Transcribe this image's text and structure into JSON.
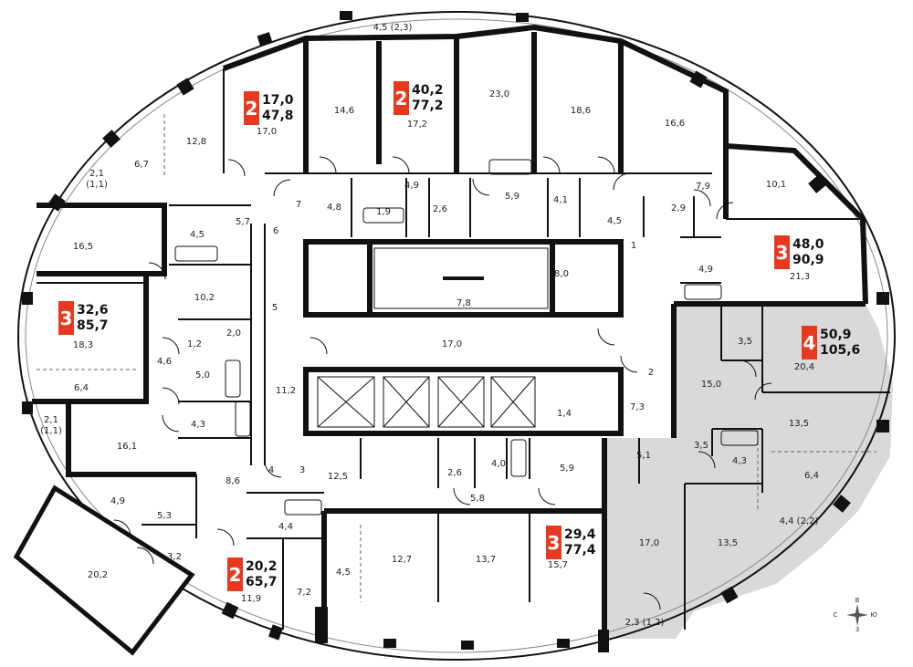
{
  "rooms": [
    {
      "name": "room-label",
      "text": "4,5 (2,3)"
    },
    {
      "name": "room-label",
      "text": "14,6"
    },
    {
      "name": "room-label",
      "text": "17,2"
    },
    {
      "name": "room-label",
      "text": "23,0"
    },
    {
      "name": "room-label",
      "text": "18,6"
    },
    {
      "name": "room-label",
      "text": "16,6"
    },
    {
      "name": "room-label",
      "text": "17,0"
    },
    {
      "name": "room-label",
      "text": "12,8"
    },
    {
      "name": "room-label",
      "text": "6,7"
    },
    {
      "name": "room-label",
      "text": "2,1"
    },
    {
      "name": "room-label",
      "text": "(1,1)"
    },
    {
      "name": "room-label",
      "text": "4,8"
    },
    {
      "name": "room-label",
      "text": "4,9"
    },
    {
      "name": "room-label",
      "text": "1,9"
    },
    {
      "name": "room-label",
      "text": "2,6"
    },
    {
      "name": "room-label",
      "text": "5,9"
    },
    {
      "name": "room-label",
      "text": "4,1"
    },
    {
      "name": "room-label",
      "text": "4,5"
    },
    {
      "name": "room-label",
      "text": "7,9"
    },
    {
      "name": "room-label",
      "text": "10,1"
    },
    {
      "name": "room-label",
      "text": "2,9"
    },
    {
      "name": "room-label",
      "text": "4,9"
    },
    {
      "name": "room-label",
      "text": "21,3"
    },
    {
      "name": "room-label",
      "text": "16,5"
    },
    {
      "name": "room-label",
      "text": "4,5"
    },
    {
      "name": "room-label",
      "text": "5,7"
    },
    {
      "name": "room-label",
      "text": "10,2"
    },
    {
      "name": "room-label",
      "text": "2,0"
    },
    {
      "name": "room-label",
      "text": "1,2"
    },
    {
      "name": "room-label",
      "text": "18,3"
    },
    {
      "name": "room-label",
      "text": "4,6"
    },
    {
      "name": "room-label",
      "text": "5,0"
    },
    {
      "name": "room-label",
      "text": "6,4"
    },
    {
      "name": "room-label",
      "text": "4,3"
    },
    {
      "name": "room-label",
      "text": "11,2"
    },
    {
      "name": "room-label",
      "text": "8,0"
    },
    {
      "name": "room-label",
      "text": "7,8"
    },
    {
      "name": "room-label",
      "text": "17,0"
    },
    {
      "name": "room-label",
      "text": "3,5"
    },
    {
      "name": "room-label",
      "text": "20,4"
    },
    {
      "name": "room-label",
      "text": "15,0"
    },
    {
      "name": "room-label",
      "text": "1,4"
    },
    {
      "name": "room-label",
      "text": "7,3"
    },
    {
      "name": "room-label",
      "text": "13,5"
    },
    {
      "name": "room-label",
      "text": "2,1"
    },
    {
      "name": "room-label",
      "text": "(1,1)"
    },
    {
      "name": "room-label",
      "text": "16,1"
    },
    {
      "name": "room-label",
      "text": "8,6"
    },
    {
      "name": "room-label",
      "text": "12,5"
    },
    {
      "name": "room-label",
      "text": "2,6"
    },
    {
      "name": "room-label",
      "text": "4,0"
    },
    {
      "name": "room-label",
      "text": "5,9"
    },
    {
      "name": "room-label",
      "text": "5,1"
    },
    {
      "name": "room-label",
      "text": "3,5"
    },
    {
      "name": "room-label",
      "text": "4,3"
    },
    {
      "name": "room-label",
      "text": "6,4"
    },
    {
      "name": "room-label",
      "text": "5,8"
    },
    {
      "name": "room-label",
      "text": "4,9"
    },
    {
      "name": "room-label",
      "text": "5,3"
    },
    {
      "name": "room-label",
      "text": "4,4"
    },
    {
      "name": "room-label",
      "text": "3,2"
    },
    {
      "name": "room-label",
      "text": "20,2"
    },
    {
      "name": "room-label",
      "text": "11,9"
    },
    {
      "name": "room-label",
      "text": "7,2"
    },
    {
      "name": "room-label",
      "text": "4,5"
    },
    {
      "name": "room-label",
      "text": "12,7"
    },
    {
      "name": "room-label",
      "text": "13,7"
    },
    {
      "name": "room-label",
      "text": "15,7"
    },
    {
      "name": "room-label",
      "text": "17,0"
    },
    {
      "name": "room-label",
      "text": "13,5"
    },
    {
      "name": "room-label",
      "text": "4,4 (2,2)"
    },
    {
      "name": "room-label",
      "text": "2,3 (1,2)"
    },
    {
      "name": "room-label",
      "text": "1"
    },
    {
      "name": "room-label",
      "text": "2"
    },
    {
      "name": "room-label",
      "text": "4"
    },
    {
      "name": "room-label",
      "text": "3"
    },
    {
      "name": "room-label",
      "text": "5"
    },
    {
      "name": "room-label",
      "text": "6"
    },
    {
      "name": "room-label",
      "text": "7"
    }
  ],
  "apartments": [
    {
      "rooms": "2",
      "area_living": "17,0",
      "area_total": "47,8"
    },
    {
      "rooms": "2",
      "area_living": "40,2",
      "area_total": "77,2"
    },
    {
      "rooms": "3",
      "area_living": "48,0",
      "area_total": "90,9"
    },
    {
      "rooms": "3",
      "area_living": "32,6",
      "area_total": "85,7"
    },
    {
      "rooms": "4",
      "area_living": "50,9",
      "area_total": "105,6"
    },
    {
      "rooms": "2",
      "area_living": "20,2",
      "area_total": "65,7"
    },
    {
      "rooms": "3",
      "area_living": "29,4",
      "area_total": "77,4"
    }
  ],
  "compass": {
    "north": "В",
    "south": "З",
    "west": "С",
    "east": "Ю"
  },
  "colors": {
    "wall": "#111111",
    "highlight": "#d9d9d9",
    "badge": "#e8391e"
  }
}
